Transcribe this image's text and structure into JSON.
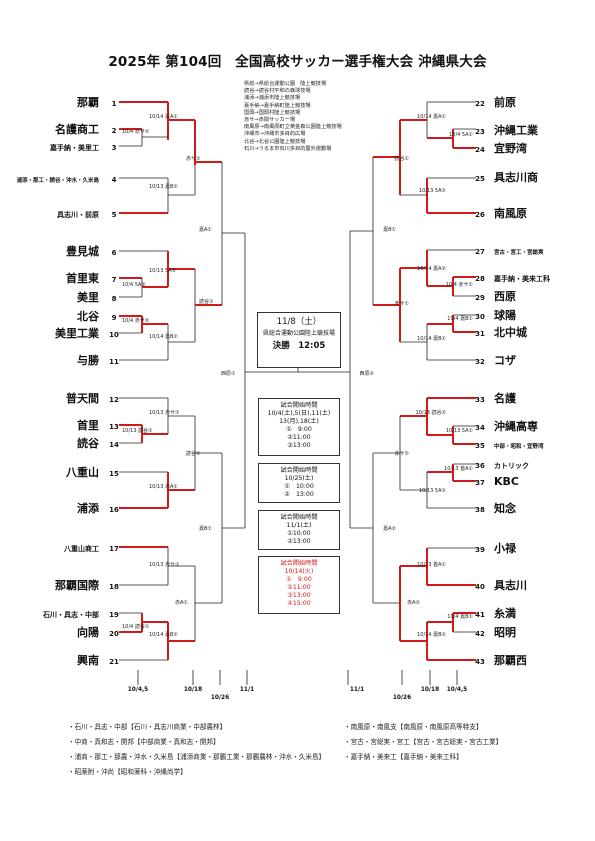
{
  "title": "2025年 第104回　全国高校サッカー選手権大会 沖縄県大会",
  "venue_legend": [
    "県総→県総合運動公園　陸上競技場",
    "読谷→読谷村平和の森球技場",
    "浦添→浦添市陸上競技場",
    "嘉手納→嘉手納町陸上競技場",
    "国頭→国頭村陸上競技場",
    "赤サ→赤間サッカー場",
    "南風原→南風原町立黄金森公園陸上競技場",
    "沖縄市→沖縄市多目的広場",
    "北谷→北谷公園陸上競技場",
    "石川→うるま市石川多目的屋外運動場"
  ],
  "left_teams": [
    {
      "no": "1",
      "name": "那覇"
    },
    {
      "no": "2",
      "name": "名護商工"
    },
    {
      "no": "3",
      "name": "嘉手納・美里工"
    },
    {
      "no": "4",
      "name": "浦添・那工・読谷・沖水・久米島"
    },
    {
      "no": "5",
      "name": "具志川・前原"
    },
    {
      "no": "6",
      "name": "豊見城"
    },
    {
      "no": "7",
      "name": "首里東"
    },
    {
      "no": "8",
      "name": "美里"
    },
    {
      "no": "9",
      "name": "北谷"
    },
    {
      "no": "10",
      "name": "美里工業"
    },
    {
      "no": "11",
      "name": "与勝"
    },
    {
      "no": "12",
      "name": "普天間"
    },
    {
      "no": "13",
      "name": "首里"
    },
    {
      "no": "14",
      "name": "読谷"
    },
    {
      "no": "15",
      "name": "八重山"
    },
    {
      "no": "16",
      "name": "浦添"
    },
    {
      "no": "17",
      "name": "八重山商工"
    },
    {
      "no": "18",
      "name": "那覇国際"
    },
    {
      "no": "19",
      "name": "石川・具志・中部"
    },
    {
      "no": "20",
      "name": "向陽"
    },
    {
      "no": "21",
      "name": "興南"
    }
  ],
  "right_teams": [
    {
      "no": "22",
      "name": "前原"
    },
    {
      "no": "23",
      "name": "沖縄工業"
    },
    {
      "no": "24",
      "name": "宜野湾"
    },
    {
      "no": "25",
      "name": "具志川商"
    },
    {
      "no": "26",
      "name": "南風原"
    },
    {
      "no": "27",
      "name": "宮古・宮工・宮総実"
    },
    {
      "no": "28",
      "name": "嘉手納・美来工科"
    },
    {
      "no": "29",
      "name": "西原"
    },
    {
      "no": "30",
      "name": "球陽"
    },
    {
      "no": "31",
      "name": "北中城"
    },
    {
      "no": "32",
      "name": "コザ"
    },
    {
      "no": "33",
      "name": "名護"
    },
    {
      "no": "34",
      "name": "沖縄高専"
    },
    {
      "no": "35",
      "name": "中部・昭和・宜野湾"
    },
    {
      "no": "36",
      "name": "カトリック"
    },
    {
      "no": "37",
      "name": "KBC"
    },
    {
      "no": "38",
      "name": "知念"
    },
    {
      "no": "39",
      "name": "小禄"
    },
    {
      "no": "40",
      "name": "具志川"
    },
    {
      "no": "41",
      "name": "糸満"
    },
    {
      "no": "42",
      "name": "昭明"
    },
    {
      "no": "43",
      "name": "那覇西"
    }
  ],
  "match_venues": {
    "l_r1_a": "10/4 赤サ②",
    "l_r1_b": "10/14 嘉A①",
    "l_r1_c": "10/13 嘉B②",
    "l_r2_a": "赤サ①",
    "l_r2_b": "読谷①",
    "l_qf": "嘉A①",
    "l_sf": "西原①",
    "l_r1_d": "10/13 5A②",
    "l_r1_e": "10/4 5A②",
    "l_r1_f": "10/13 読谷①",
    "l_r1_g": "10/14 嘉B②",
    "l_r1_h": "10/13 赤サ①",
    "l_r1_i": "10/4 赤サ②",
    "l_r2_c": "読谷①",
    "l_r1_j": "10/13 赤サ①",
    "l_r1_k": "10/13 赤A①",
    "l_r2_d": "嘉B①",
    "l_r1_l": "10/13 赤サ②",
    "l_r1_m": "10/4 読谷①",
    "l_r1_n": "10/14 嘉B②",
    "l_r2_e": "赤A①",
    "r_r1_a": "10/14 嘉A①",
    "r_r1_b": "10/4 5A①",
    "r_r1_c": "10/13 5A②",
    "r_r2_a": "読谷①",
    "r_qf": "嘉B①",
    "r_sf": "西原②",
    "r_r1_d": "10/14 嘉A②",
    "r_r1_e": "10/4 赤サ①",
    "r_r2_b": "赤サ①",
    "r_r1_f": "10/13 5A①",
    "r_r1_g": "10/14 嘉B①",
    "r_r1_h": "10/4 嘉B①",
    "r_r1_i": "10/13 読谷②",
    "r_r2_c": "赤サ②",
    "r_r1_j": "10/13 5A②",
    "r_r1_k": "10/13 首A①",
    "r_r2_d": "嘉A②",
    "r_r1_l": "10/13 首A①",
    "r_r1_m": "10/4 嘉B①",
    "r_r1_n": "10/14 嘉B②",
    "r_r2_e": "赤A②"
  },
  "final_box": {
    "date": "11/8（土）",
    "venue": "県総合運動公園陸上競技場",
    "kickoff": "決勝　12:05"
  },
  "schedule_boxes": [
    {
      "heading": "試合開始時間",
      "lines": [
        "10/4(土),5(日),11(土)",
        "13(月),18(土)",
        "①　9:00",
        "②11:00",
        "③13:00"
      ]
    },
    {
      "heading": "試合開始時間",
      "lines": [
        "10/25(土)",
        "①　10:00",
        "②　13:00"
      ]
    },
    {
      "heading": "試合開始時間",
      "lines": [
        "11/1(土)",
        "①10:00",
        "②13:00"
      ]
    },
    {
      "heading": "試合開始時間",
      "lines": [
        "10/14(火)",
        "①　9:00",
        "②11:00",
        "③13:00",
        "④15:00"
      ]
    }
  ],
  "round_dates_left": [
    "10/4,5",
    "10/18",
    "10/26",
    "11/1"
  ],
  "round_dates_right": [
    "11/1",
    "10/26",
    "10/18",
    "10/4,5"
  ],
  "footer_left": [
    "・石川・具志・中部【石川・具志川商業・中部農林】",
    "・中商・真和志・開邦【中部商業・真和志・開邦】",
    "・浦商・那工・那農・沖水・久米島【浦添商業・那覇工業・那覇農林・沖水・久米島】",
    "・昭薬附・沖尚【昭和薬科・沖縄尚学】"
  ],
  "footer_right": [
    "・南風原・南風支【南風原・南風原高等特支】",
    "・宮古・宮総実・宮工【宮古・宮古総実・宮古工業】",
    "・嘉手納・美来工【嘉手納・美来工科】"
  ],
  "colors": {
    "winner_line": "#d11a1a",
    "bracket_line": "#222222"
  }
}
